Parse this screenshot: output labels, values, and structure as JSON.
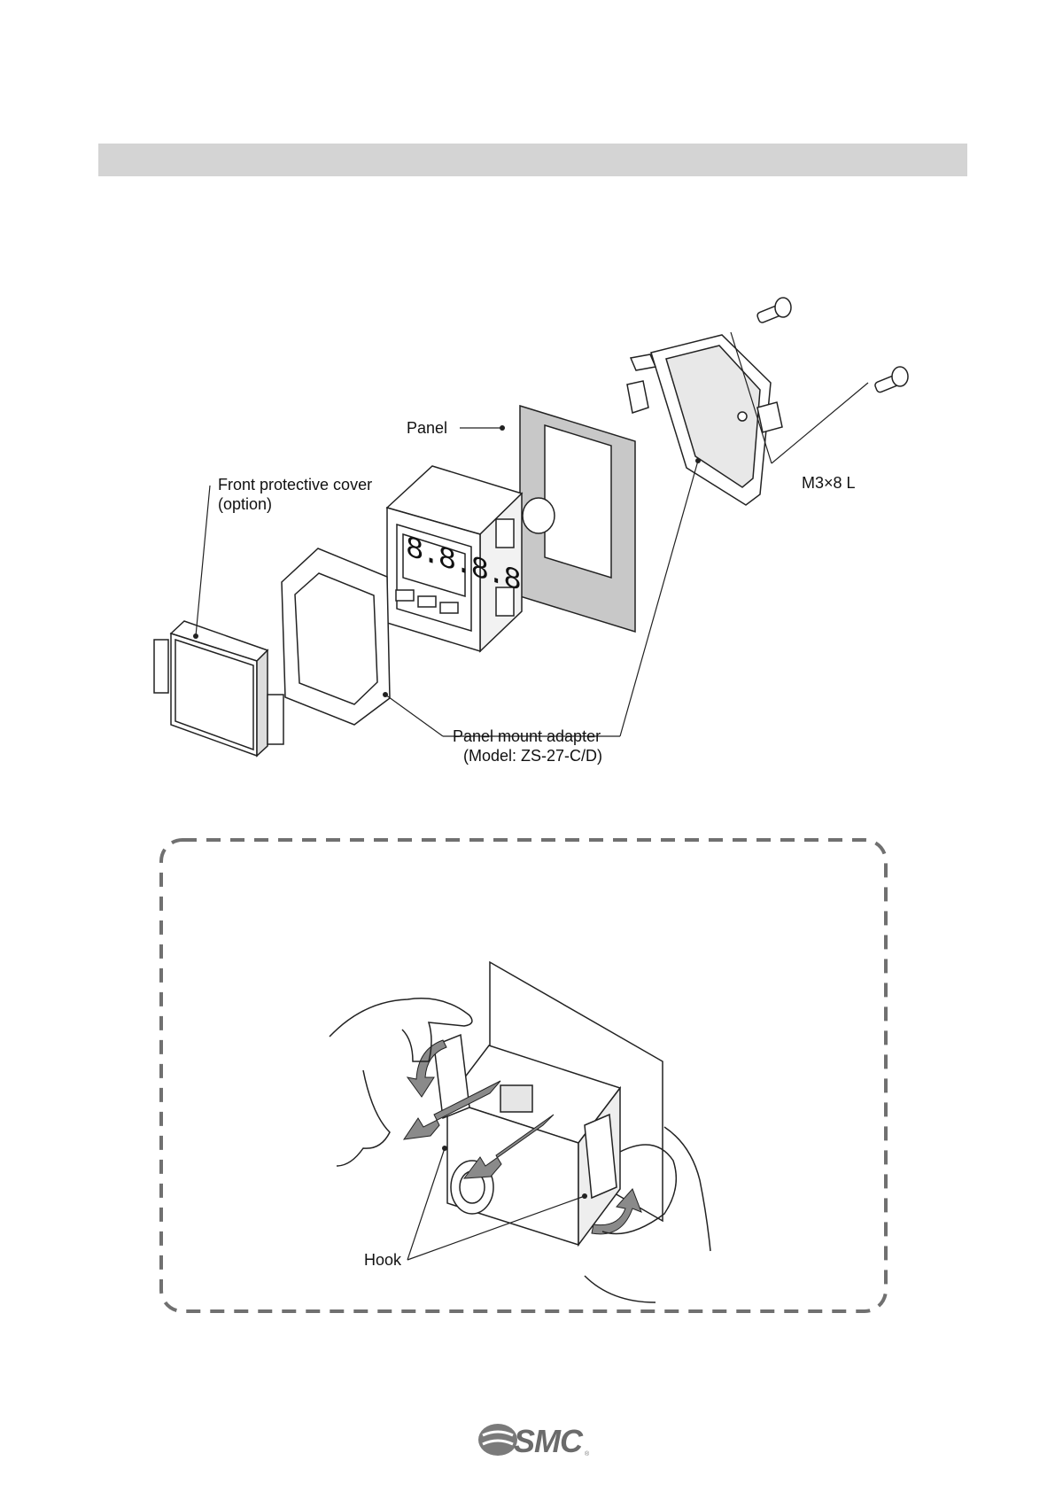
{
  "labels": {
    "panel": "Panel",
    "front_cover_line1": "Front protective cover",
    "front_cover_line2": "(option)",
    "screw": "M3×8 L",
    "adapter_line1": "Panel mount adapter",
    "adapter_line2": "(Model: ZS-27-C/D)",
    "hook": "Hook"
  },
  "display": {
    "digits": "8.8.8.8"
  },
  "footer": {
    "logo": "SMC",
    "reg_mark": "®"
  },
  "colors": {
    "header_bar": "#d4d4d4",
    "panel_fill": "#c8c8c8",
    "dashed_border": "#707070",
    "logo": "#6b6b6b"
  }
}
